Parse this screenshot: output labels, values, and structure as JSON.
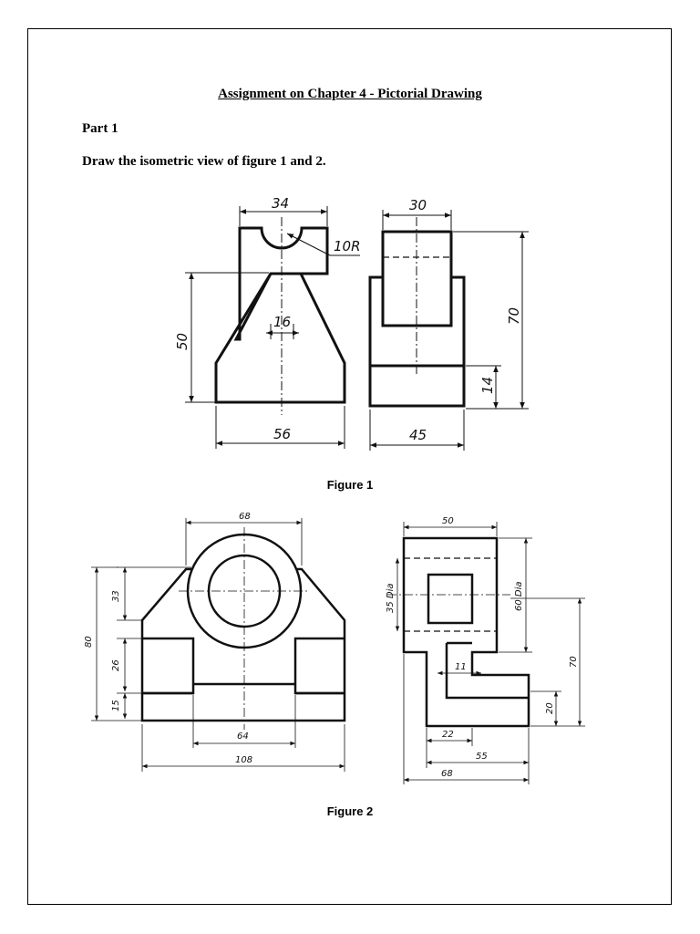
{
  "document": {
    "title": "Assignment on Chapter 4 - Pictorial Drawing",
    "part": "Part 1",
    "instruction": "Draw the isometric view of figure 1 and 2."
  },
  "figure1": {
    "caption": "Figure 1",
    "dims": {
      "top_width": "34",
      "radius": "10R",
      "slot": "16",
      "height_left": "50",
      "base_width": "56",
      "side_width": "30",
      "total_height": "70",
      "base_height": "14",
      "depth": "45"
    }
  },
  "figure2": {
    "caption": "Figure 2",
    "dims": {
      "boss_width": "68",
      "h_top": "33",
      "h_mid": "26",
      "h_bot": "15",
      "total_height": "80",
      "gap": "64",
      "total_width": "108",
      "side_top": "50",
      "bore_dia": "35 Dia",
      "outer_dia": "60 Dia",
      "web": "11",
      "height_right": "70",
      "foot_height": "20",
      "col_width": "22",
      "foot_length": "55",
      "total_depth": "68"
    }
  }
}
